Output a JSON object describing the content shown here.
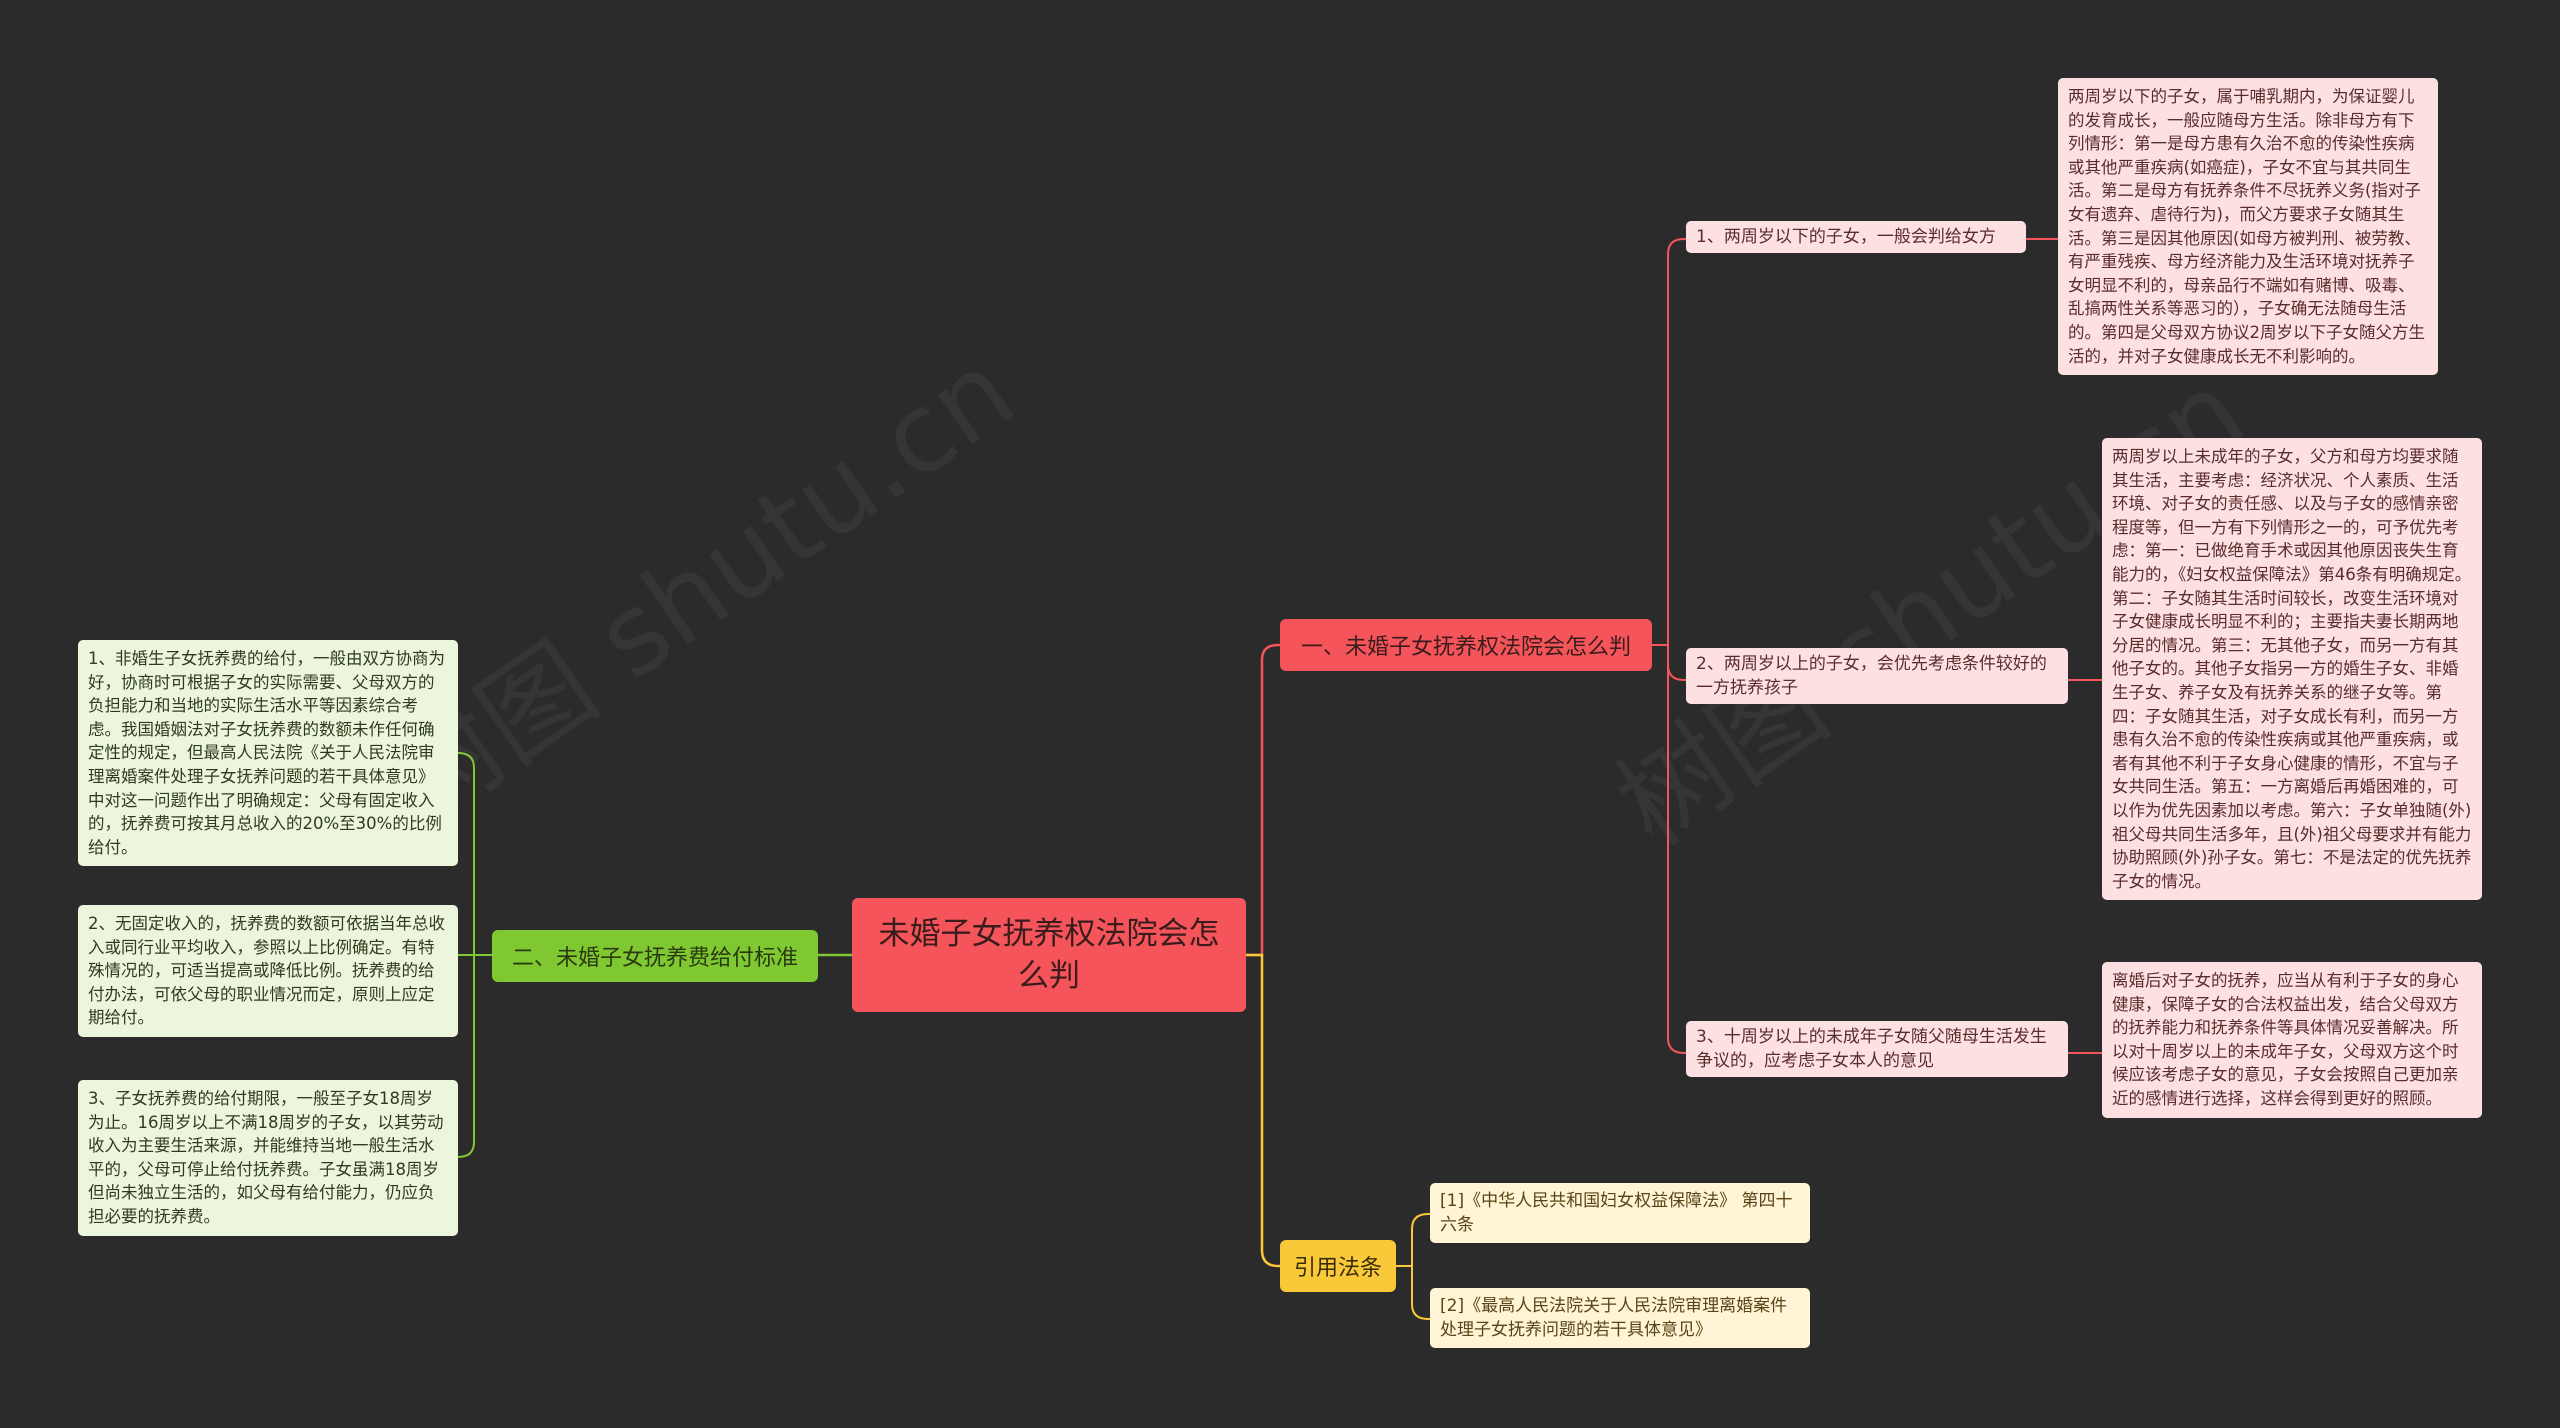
{
  "root": {
    "label": "未婚子女抚养权法院会怎么判"
  },
  "branches": {
    "b1": {
      "label": "一、未婚子女抚养权法院会怎么判",
      "children": [
        {
          "label": "1、两周岁以下的子女，一般会判给女方",
          "detail": "两周岁以下的子女，属于哺乳期内，为保证婴儿的发育成长，一般应随母方生活。除非母方有下列情形：第一是母方患有久治不愈的传染性疾病或其他严重疾病(如癌症)，子女不宜与其共同生活。第二是母方有抚养条件不尽抚养义务(指对子女有遗弃、虐待行为)，而父方要求子女随其生活。第三是因其他原因(如母方被判刑、被劳教、有严重残疾、母方经济能力及生活环境对抚养子女明显不利的，母亲品行不端如有赌博、吸毒、乱搞两性关系等恶习的），子女确无法随母生活的。第四是父母双方协议2周岁以下子女随父方生活的，并对子女健康成长无不利影响的。"
        },
        {
          "label": "2、两周岁以上的子女，会优先考虑条件较好的一方抚养孩子",
          "detail": "两周岁以上未成年的子女，父方和母方均要求随其生活，主要考虑：经济状况、个人素质、生活环境、对子女的责任感、以及与子女的感情亲密程度等，但一方有下列情形之一的，可予优先考虑：第一：已做绝育手术或因其他原因丧失生育能力的，《妇女权益保障法》第46条有明确规定。第二：子女随其生活时间较长，改变生活环境对子女健康成长明显不利的；主要指夫妻长期两地分居的情况。第三：无其他子女，而另一方有其他子女的。其他子女指另一方的婚生子女、非婚生子女、养子女及有抚养关系的继子女等。第四：子女随其生活，对子女成长有利，而另一方患有久治不愈的传染性疾病或其他严重疾病，或者有其他不利于子女身心健康的情形，不宜与子女共同生活。第五：一方离婚后再婚困难的，可以作为优先因素加以考虑。第六：子女单独随(外)祖父母共同生活多年，且(外)祖父母要求并有能力协助照顾(外)孙子女。第七：不是法定的优先抚养子女的情况。"
        },
        {
          "label": "3、十周岁以上的未成年子女随父随母生活发生争议的，应考虑子女本人的意见",
          "detail": "离婚后对子女的抚养，应当从有利于子女的身心健康，保障子女的合法权益出发，结合父母双方的抚养能力和抚养条件等具体情况妥善解决。所以对十周岁以上的未成年子女，父母双方这个时候应该考虑子女的意见，子女会按照自己更加亲近的感情进行选择，这样会得到更好的照顾。"
        }
      ]
    },
    "b2": {
      "label": "二、未婚子女抚养费给付标准",
      "children": [
        "1、非婚生子女抚养费的给付，一般由双方协商为好，协商时可根据子女的实际需要、父母双方的负担能力和当地的实际生活水平等因素综合考虑。我国婚姻法对子女抚养费的数额未作任何确定性的规定，但最高人民法院《关于人民法院审理离婚案件处理子女抚养问题的若干具体意见》中对这一问题作出了明确规定：父母有固定收入的，抚养费可按其月总收入的20%至30%的比例给付。",
        "2、无固定收入的，抚养费的数额可依据当年总收入或同行业平均收入，参照以上比例确定。有特殊情况的，可适当提高或降低比例。抚养费的给付办法，可依父母的职业情况而定，原则上应定期给付。",
        "3、子女抚养费的给付期限，一般至子女18周岁为止。16周岁以上不满18周岁的子女，以其劳动收入为主要生活来源，并能维持当地一般生活水平的，父母可停止给付抚养费。子女虽满18周岁但尚未独立生活的，如父母有给付能力，仍应负担必要的抚养费。"
      ]
    },
    "b3": {
      "label": "引用法条",
      "children": [
        "[1]《中华人民共和国妇女权益保障法》 第四十六条",
        "[2]《最高人民法院关于人民法院审理离婚案件处理子女抚养问题的若干具体意见》"
      ]
    }
  },
  "watermark": "树图 shutu.cn",
  "colors": {
    "background": "#2b2b2b",
    "red": "#f4545a",
    "green": "#7fc832",
    "yellow": "#f9c93a",
    "red_leaf": "#fde1e2",
    "green_leaf": "#ecf6dc",
    "yellow_leaf": "#fff4d6"
  }
}
